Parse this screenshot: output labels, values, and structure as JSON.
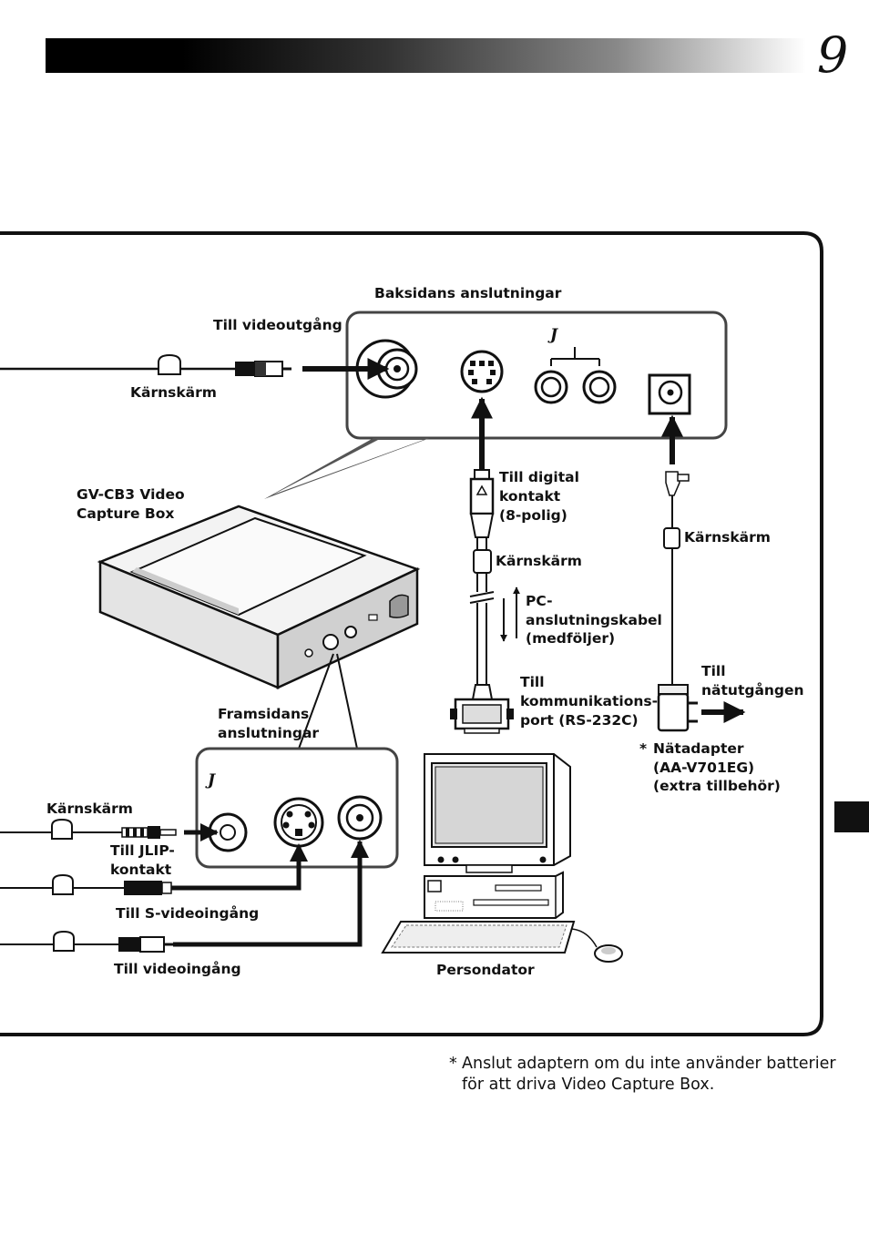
{
  "page_number": "9",
  "labels": {
    "rear_connectors": "Baksidans anslutningar",
    "to_video_out": "Till videoutgång",
    "core_top": "Kärnskärm",
    "device": [
      "GV-CB3 Video",
      "Capture Box"
    ],
    "to_digital": [
      "Till digital",
      "kontakt",
      "(8-polig)"
    ],
    "core_mid": "Kärnskärm",
    "core_right": "Kärnskärm",
    "pc_cable": [
      "PC-",
      "anslutningskabel",
      "(medföljer)"
    ],
    "to_comm_port": [
      "Till",
      "kommunikations-",
      "port (RS-232C)"
    ],
    "to_outlet": [
      "Till",
      "nätutgången"
    ],
    "adapter": [
      "Nätadapter",
      "(AA-V701EG)",
      "(extra tillbehör)"
    ],
    "adapter_star": "*",
    "front_connectors": [
      "Framsidans",
      "anslutningar"
    ],
    "core_left": "Kärnskärm",
    "to_jlip": [
      "Till JLIP-",
      "kontakt"
    ],
    "to_svideo_in": "Till S-videoingång",
    "to_video_in": "Till videoingång",
    "pc": "Persondator"
  },
  "footnote": {
    "star": "*",
    "text": "Anslut adaptern om du inte använder batterier för att driva Video Capture Box."
  }
}
